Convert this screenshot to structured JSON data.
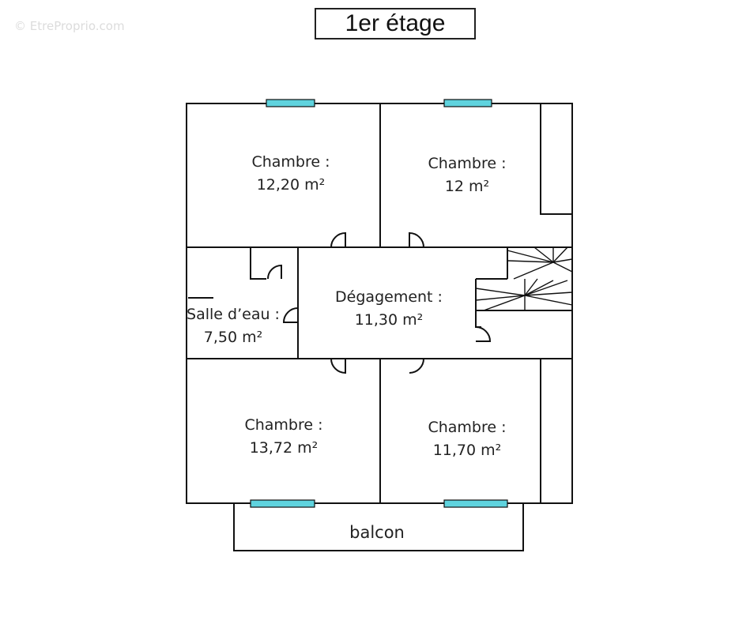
{
  "watermark": "© EtreProprio.com",
  "title": "1er étage",
  "rooms": [
    {
      "name": "Chambre :",
      "area": "12,20 m²"
    },
    {
      "name": "Chambre :",
      "area": "12 m²"
    },
    {
      "name": "Salle d’eau :",
      "area": "7,50 m²"
    },
    {
      "name": "Dégagement :",
      "area": "11,30 m²"
    },
    {
      "name": "Chambre :",
      "area": "13,72 m²"
    },
    {
      "name": "Chambre :",
      "area": "11,70 m²"
    }
  ],
  "balcon": "balcon",
  "colors": {
    "wall": "#111111",
    "window": "#5fd3de"
  }
}
